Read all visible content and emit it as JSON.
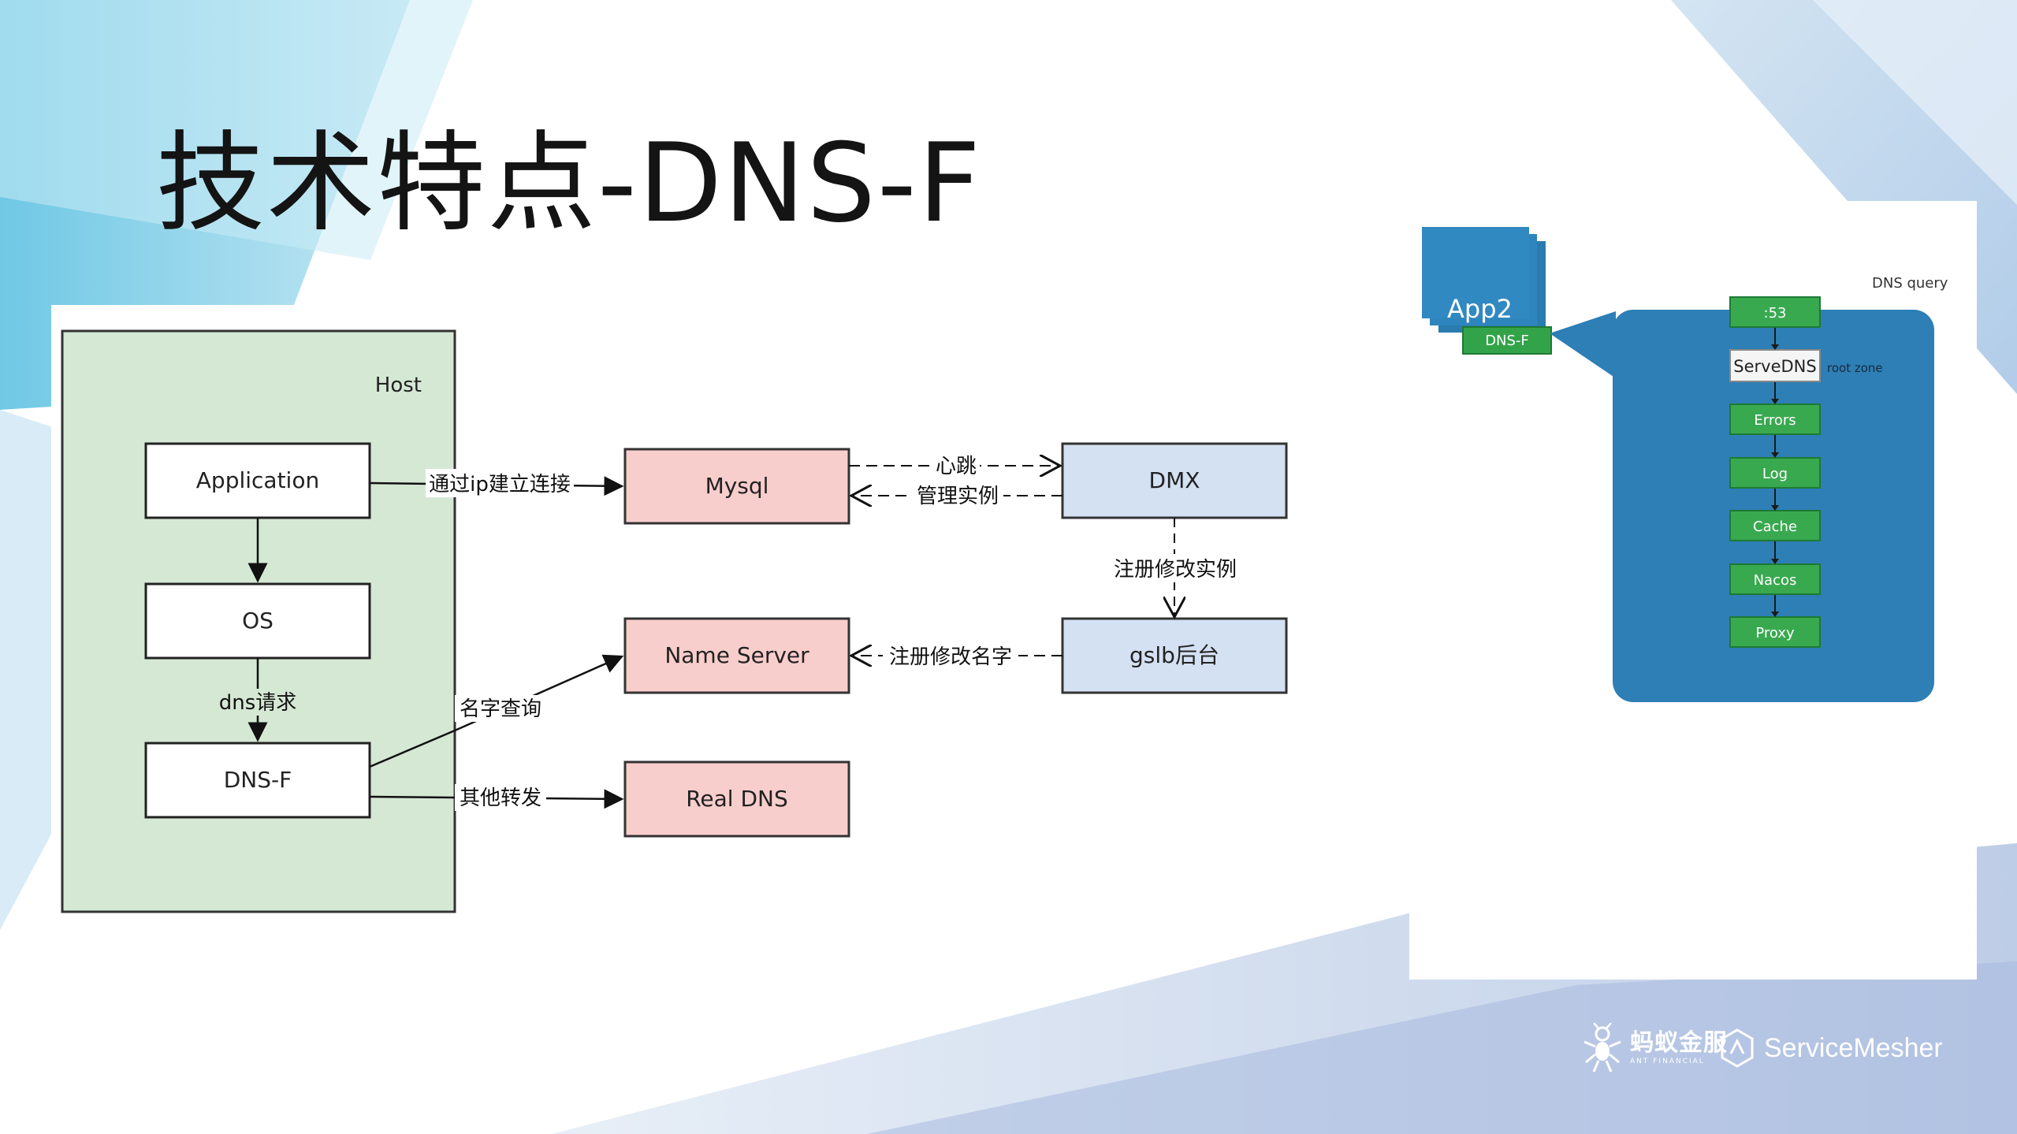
{
  "slide": {
    "title": "技术特点-DNS-F"
  },
  "left_diagram": {
    "host_label": "Host",
    "nodes": {
      "application": "Application",
      "os": "OS",
      "dnsf": "DNS-F",
      "mysql": "Mysql",
      "nameserver": "Name Server",
      "realdns": "Real DNS",
      "dmx": "DMX",
      "gslb": "gslb后台"
    },
    "edge_labels": {
      "app_to_mysql": "通过ip建立连接",
      "os_to_dnsf": "dns请求",
      "dnsf_to_nameserver": "名字查询",
      "dnsf_to_realdns": "其他转发",
      "heartbeat": "心跳",
      "manage_instance": "管理实例",
      "register_instance": "注册修改实例",
      "register_name": "注册修改名字"
    }
  },
  "right_diagram": {
    "app_label": "App2",
    "dnsf_label": "DNS-F",
    "query_label": "DNS query",
    "chain": [
      ":53",
      "ServeDNS",
      "Errors",
      "Log",
      "Cache",
      "Nacos",
      "Proxy"
    ],
    "root_zone_label": "root zone"
  },
  "footer": {
    "ant_cn": "蚂蚁金服",
    "ant_en": "ANT FINANCIAL",
    "servicemesher": "ServiceMesher"
  }
}
